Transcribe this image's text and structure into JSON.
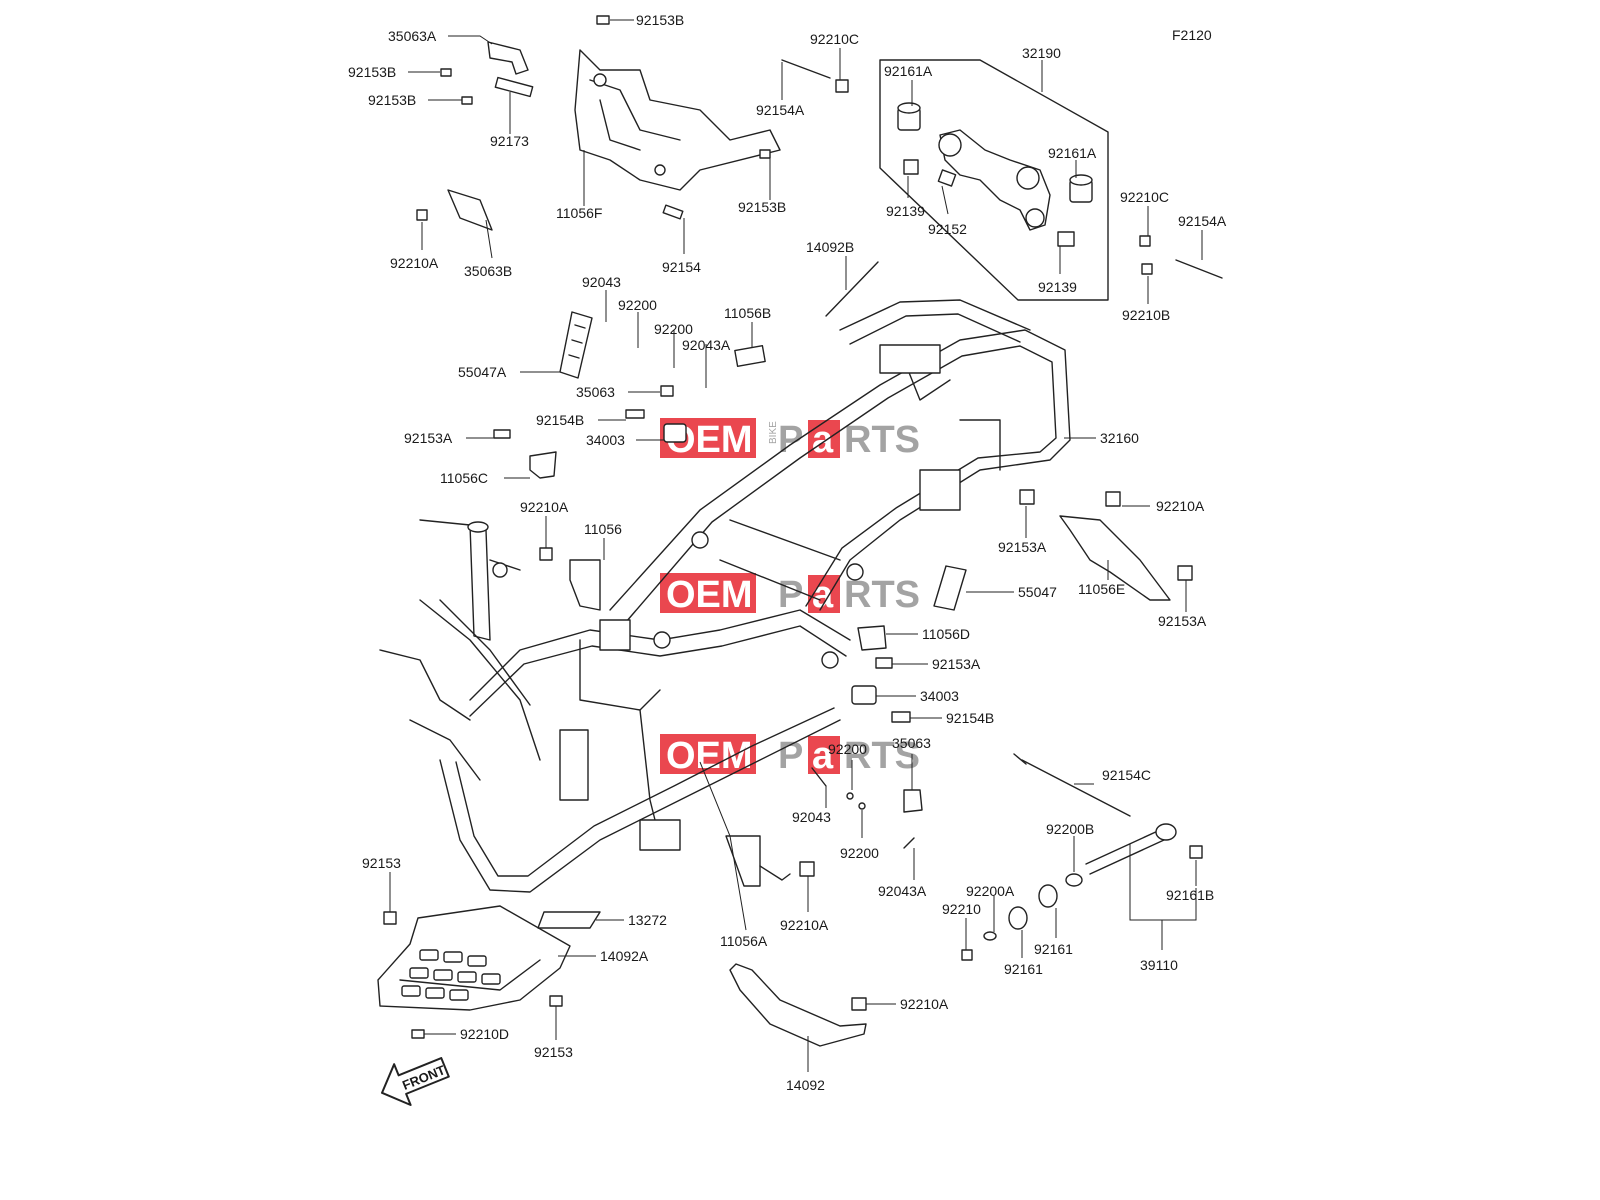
{
  "diagram_code": "F2120",
  "watermark": {
    "oem": "OEM",
    "bike": "BIKE",
    "p": "P",
    "a": "a",
    "rts": "RTS",
    "red": "#e8343c",
    "gray": "#9a9a9a"
  },
  "front_arrow": "FRONT",
  "callouts": [
    {
      "id": "35063A",
      "text": "35063A"
    },
    {
      "id": "92153B_top",
      "text": "92153B"
    },
    {
      "id": "92153B_l1",
      "text": "92153B"
    },
    {
      "id": "92153B_l2",
      "text": "92153B"
    },
    {
      "id": "92173",
      "text": "92173"
    },
    {
      "id": "11056F",
      "text": "11056F"
    },
    {
      "id": "92153B_m",
      "text": "92153B"
    },
    {
      "id": "92154",
      "text": "92154"
    },
    {
      "id": "92210A_l",
      "text": "92210A"
    },
    {
      "id": "35063B",
      "text": "35063B"
    },
    {
      "id": "92210C_t",
      "text": "92210C"
    },
    {
      "id": "92154A_t",
      "text": "92154A"
    },
    {
      "id": "32190",
      "text": "32190"
    },
    {
      "id": "92161A_1",
      "text": "92161A"
    },
    {
      "id": "92161A_2",
      "text": "92161A"
    },
    {
      "id": "92139_1",
      "text": "92139"
    },
    {
      "id": "92152",
      "text": "92152"
    },
    {
      "id": "92139_2",
      "text": "92139"
    },
    {
      "id": "92210C_r",
      "text": "92210C"
    },
    {
      "id": "92154A_r",
      "text": "92154A"
    },
    {
      "id": "92210B",
      "text": "92210B"
    },
    {
      "id": "14092B",
      "text": "14092B"
    },
    {
      "id": "92043_t",
      "text": "92043"
    },
    {
      "id": "92200_t1",
      "text": "92200"
    },
    {
      "id": "92200_t2",
      "text": "92200"
    },
    {
      "id": "11056B",
      "text": "11056B"
    },
    {
      "id": "92043A_t",
      "text": "92043A"
    },
    {
      "id": "55047A",
      "text": "55047A"
    },
    {
      "id": "35063_t",
      "text": "35063"
    },
    {
      "id": "92154B_t",
      "text": "92154B"
    },
    {
      "id": "34003_t",
      "text": "34003"
    },
    {
      "id": "92153A_l",
      "text": "92153A"
    },
    {
      "id": "11056C",
      "text": "11056C"
    },
    {
      "id": "32160",
      "text": "32160"
    },
    {
      "id": "92153A_r1",
      "text": "92153A"
    },
    {
      "id": "92210A_r",
      "text": "92210A"
    },
    {
      "id": "11056E",
      "text": "11056E"
    },
    {
      "id": "92153A_r2",
      "text": "92153A"
    },
    {
      "id": "92210A_m",
      "text": "92210A"
    },
    {
      "id": "11056",
      "text": "11056"
    },
    {
      "id": "55047",
      "text": "55047"
    },
    {
      "id": "11056D",
      "text": "11056D"
    },
    {
      "id": "92153A_m",
      "text": "92153A"
    },
    {
      "id": "34003_b",
      "text": "34003"
    },
    {
      "id": "92154B_b",
      "text": "92154B"
    },
    {
      "id": "92200_b1",
      "text": "92200"
    },
    {
      "id": "35063_b",
      "text": "35063"
    },
    {
      "id": "92043_b",
      "text": "92043"
    },
    {
      "id": "92200_b2",
      "text": "92200"
    },
    {
      "id": "92154C",
      "text": "92154C"
    },
    {
      "id": "92200B",
      "text": "92200B"
    },
    {
      "id": "92161B",
      "text": "92161B"
    },
    {
      "id": "92043A_b",
      "text": "92043A"
    },
    {
      "id": "92200A",
      "text": "92200A"
    },
    {
      "id": "92210",
      "text": "92210"
    },
    {
      "id": "92161_1",
      "text": "92161"
    },
    {
      "id": "92161_2",
      "text": "92161"
    },
    {
      "id": "39110",
      "text": "39110"
    },
    {
      "id": "92153_l",
      "text": "92153"
    },
    {
      "id": "13272",
      "text": "13272"
    },
    {
      "id": "14092A",
      "text": "14092A"
    },
    {
      "id": "92153_b",
      "text": "92153"
    },
    {
      "id": "92210D",
      "text": "92210D"
    },
    {
      "id": "11056A",
      "text": "11056A"
    },
    {
      "id": "92210A_b1",
      "text": "92210A"
    },
    {
      "id": "92210A_b2",
      "text": "92210A"
    },
    {
      "id": "14092",
      "text": "14092"
    }
  ]
}
